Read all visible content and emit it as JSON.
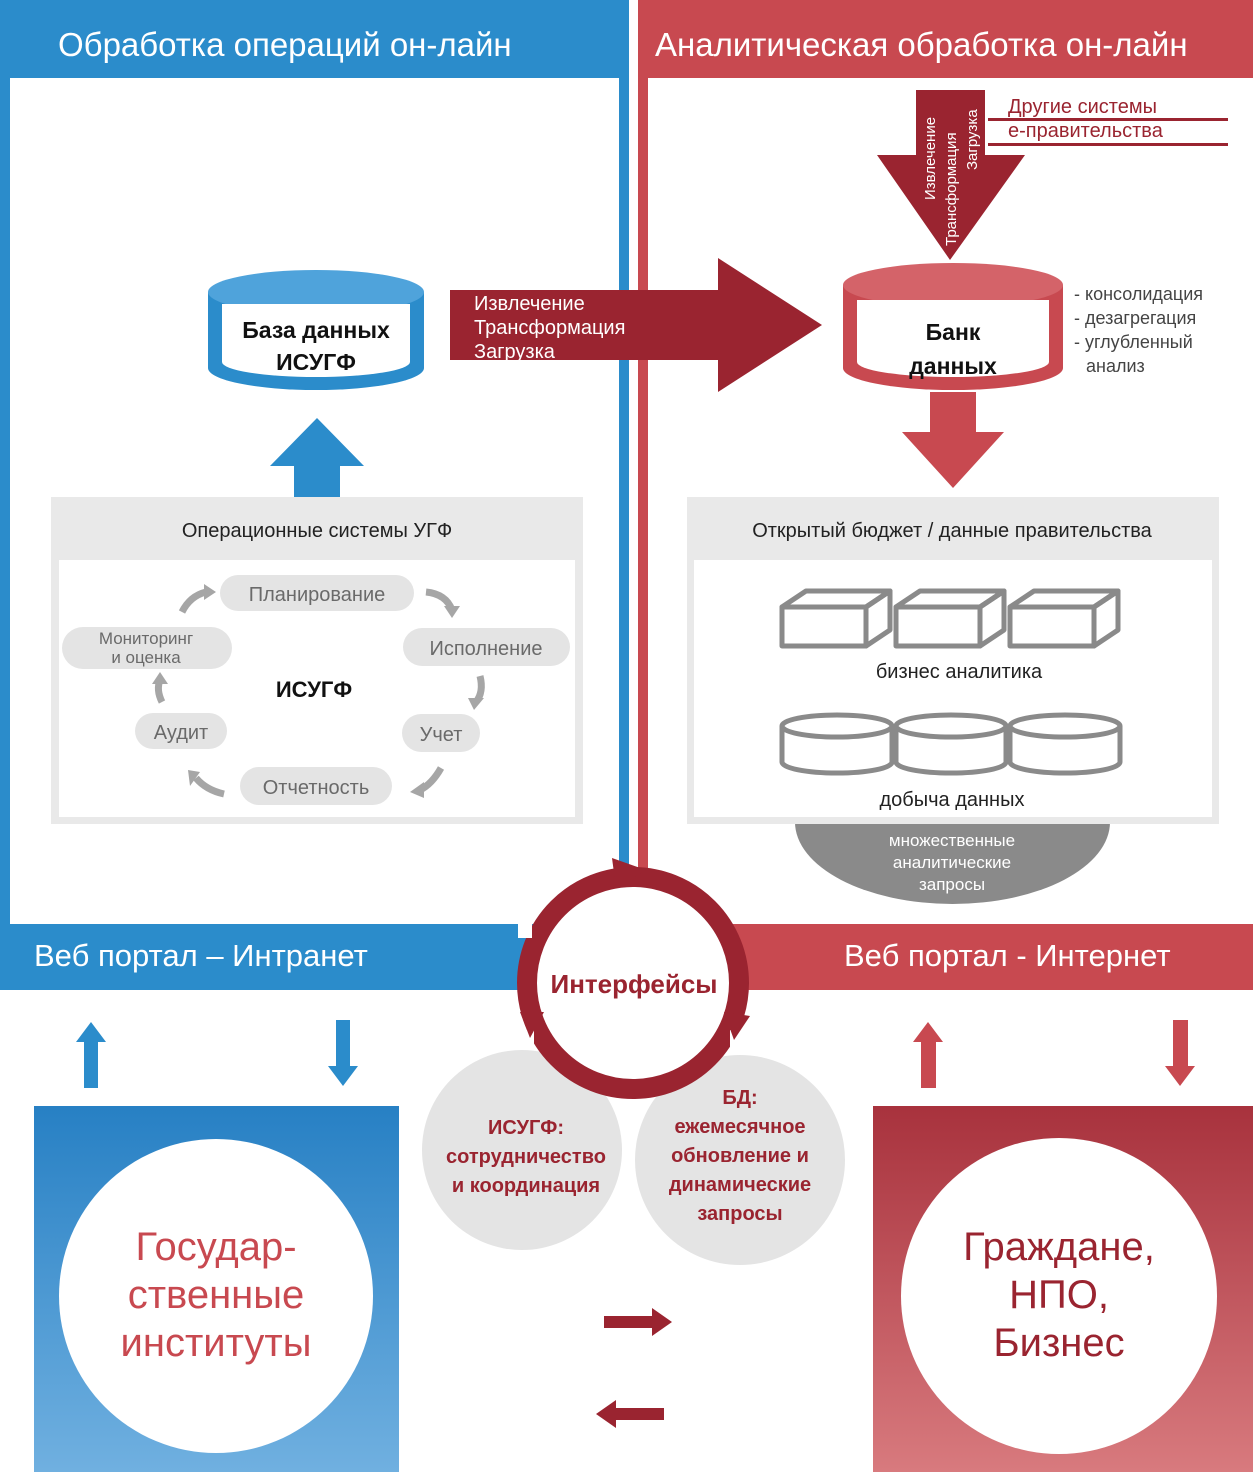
{
  "colors": {
    "blue": "#2b8ccb",
    "red": "#c84950",
    "darkred": "#9a2430",
    "gray_panel": "#e9e9e9",
    "gray_pill": "#e4e4e4",
    "gray_icon": "#8a8a8a",
    "gray_arrow": "#a6a6a6"
  },
  "left_panel": {
    "header": "Обработка операций он-лайн",
    "database": {
      "line1": "База данных",
      "line2": "ИСУГФ"
    },
    "ops_box": {
      "title": "Операционные системы УГФ",
      "center": "ИСУГФ",
      "cycle": {
        "planning": "Планирование",
        "execution": "Исполнение",
        "accounting": "Учет",
        "reporting": "Отчетность",
        "audit": "Аудит",
        "monitoring_line1": "Мониторинг",
        "monitoring_line2": "и оценка"
      }
    },
    "portal": "Веб портал – Интранет"
  },
  "right_panel": {
    "header": "Аналитическая обработка он-лайн",
    "other_systems": {
      "line1": "Другие системы",
      "line2": "е-правительства"
    },
    "etl_vertical": {
      "line1": "Извлечение",
      "line2": "Трансформация",
      "line3": "Загрузка"
    },
    "databank": {
      "line1": "Банк",
      "line2": "данных"
    },
    "operations": {
      "line1": "- консолидация",
      "line2": "- дезагрегация",
      "line3": "- углубленный",
      "line4": "анализ"
    },
    "open_budget": {
      "title": "Открытый бюджет / данные правительства",
      "bi_label": "бизнес аналитика",
      "mining_label": "добыча данных"
    },
    "queries": {
      "line1": "множественные",
      "line2": "аналитические",
      "line3": "запросы"
    },
    "portal": "Веб портал - Интернет"
  },
  "etl_horizontal": {
    "line1": "Извлечение",
    "line2": "Трансформация",
    "line3": "Загрузка"
  },
  "interfaces": {
    "title": "Интерфейсы",
    "left_circle": {
      "line1": "ИСУГФ:",
      "line2": "сотрудничество",
      "line3": "и координация"
    },
    "right_circle": {
      "line1": "БД:",
      "line2": "ежемесячное",
      "line3": "обновление и",
      "line4": "динамические",
      "line5": "запросы"
    }
  },
  "audiences": {
    "government": {
      "line1": "Государ-",
      "line2": "ственные",
      "line3": "институты"
    },
    "citizens": {
      "line1": "Граждане,",
      "line2": "НПО,",
      "line3": "Бизнес"
    }
  }
}
